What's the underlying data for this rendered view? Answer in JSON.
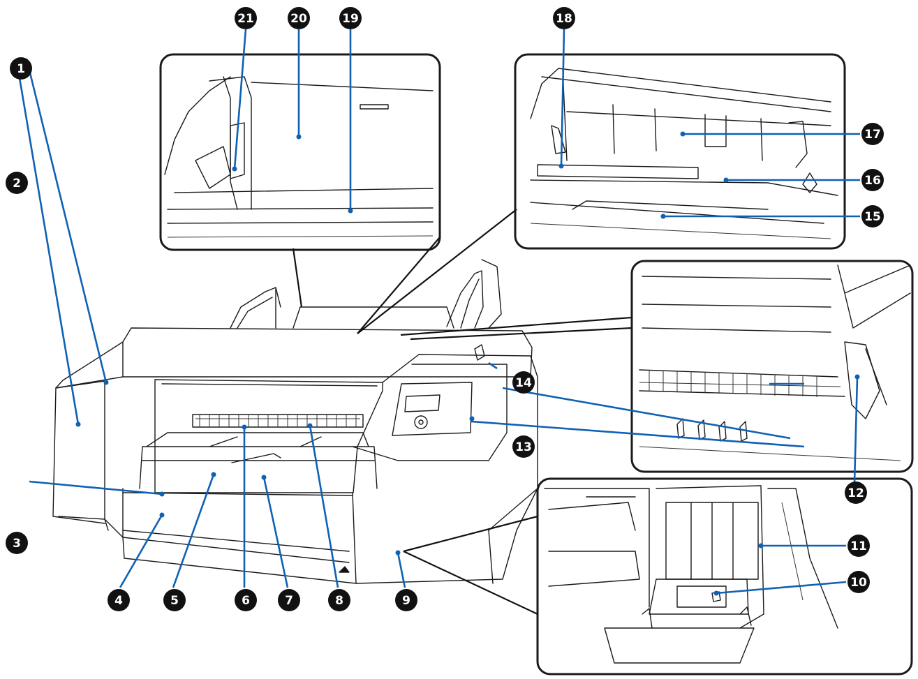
{
  "diagram": {
    "accent_color": "#0f61b4",
    "callouts": [
      {
        "id": 1,
        "label": "1"
      },
      {
        "id": 2,
        "label": "2"
      },
      {
        "id": 3,
        "label": "3"
      },
      {
        "id": 4,
        "label": "4"
      },
      {
        "id": 5,
        "label": "5"
      },
      {
        "id": 6,
        "label": "6"
      },
      {
        "id": 7,
        "label": "7"
      },
      {
        "id": 8,
        "label": "8"
      },
      {
        "id": 9,
        "label": "9"
      },
      {
        "id": 10,
        "label": "10"
      },
      {
        "id": 11,
        "label": "11"
      },
      {
        "id": 12,
        "label": "12"
      },
      {
        "id": 13,
        "label": "13"
      },
      {
        "id": 14,
        "label": "14"
      },
      {
        "id": 15,
        "label": "15"
      },
      {
        "id": 16,
        "label": "16"
      },
      {
        "id": 17,
        "label": "17"
      },
      {
        "id": 18,
        "label": "18"
      },
      {
        "id": 19,
        "label": "19"
      },
      {
        "id": 20,
        "label": "20"
      },
      {
        "id": 21,
        "label": "21"
      }
    ]
  }
}
